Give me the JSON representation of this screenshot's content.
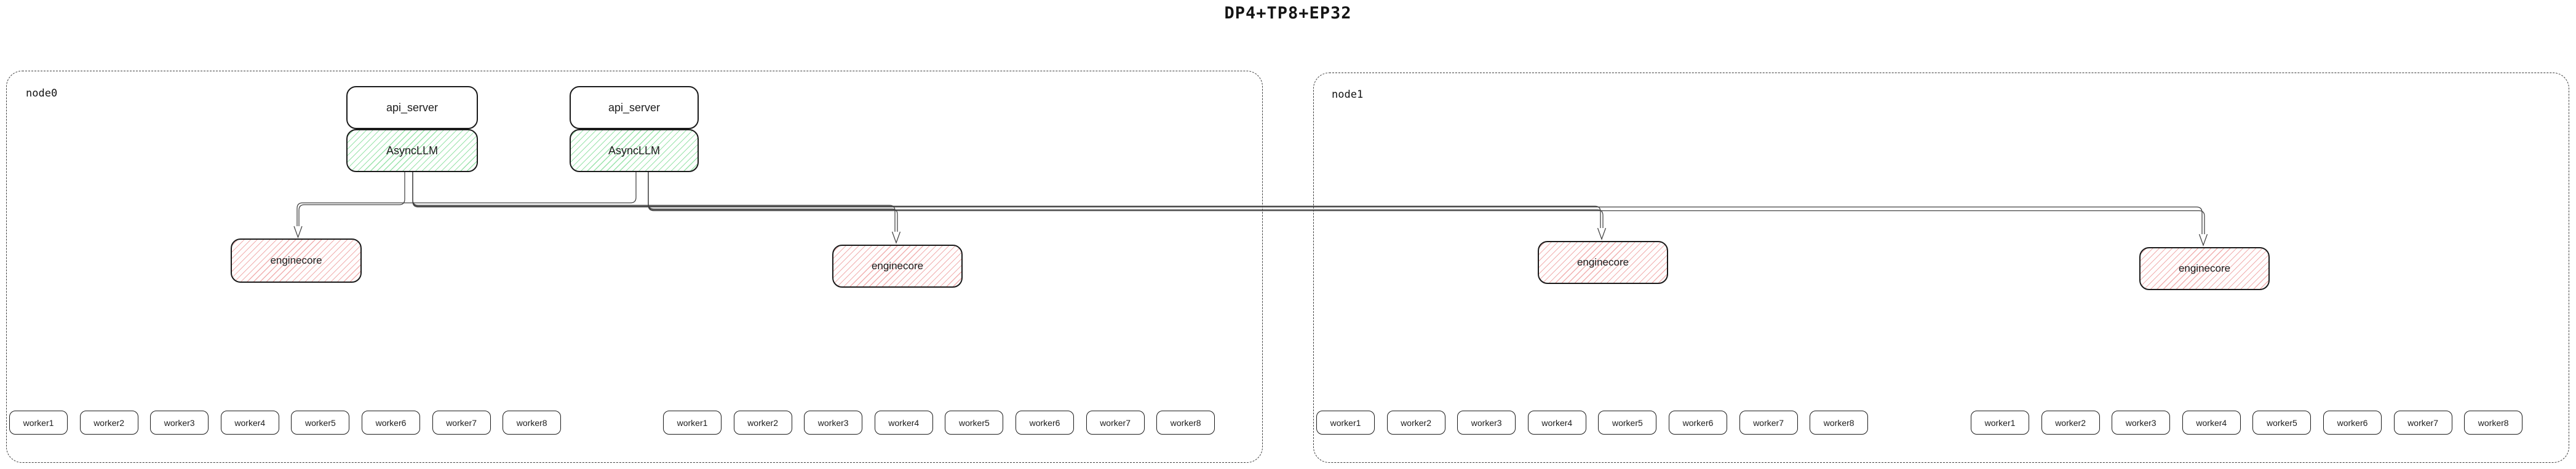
{
  "title": "DP4+TP8+EP32",
  "colors": {
    "green_hatch": "#9ae3ab",
    "red_hatch": "#f1b0b0",
    "box_border": "#1a1a1a",
    "edge": "#414141"
  },
  "nodes": [
    {
      "label": "node0",
      "api_pairs": [
        {
          "api_server": "api_server",
          "asyncllm": "AsyncLLM"
        },
        {
          "api_server": "api_server",
          "asyncllm": "AsyncLLM"
        }
      ],
      "enginecores": [
        "enginecore",
        "enginecore"
      ],
      "worker_groups": [
        [
          "worker1",
          "worker2",
          "worker3",
          "worker4",
          "worker5",
          "worker6",
          "worker7",
          "worker8"
        ],
        [
          "worker1",
          "worker2",
          "worker3",
          "worker4",
          "worker5",
          "worker6",
          "worker7",
          "worker8"
        ]
      ]
    },
    {
      "label": "node1",
      "api_pairs": [],
      "enginecores": [
        "enginecore",
        "enginecore"
      ],
      "worker_groups": [
        [
          "worker1",
          "worker2",
          "worker3",
          "worker4",
          "worker5",
          "worker6",
          "worker7",
          "worker8"
        ],
        [
          "worker1",
          "worker2",
          "worker3",
          "worker4",
          "worker5",
          "worker6",
          "worker7",
          "worker8"
        ]
      ]
    }
  ]
}
